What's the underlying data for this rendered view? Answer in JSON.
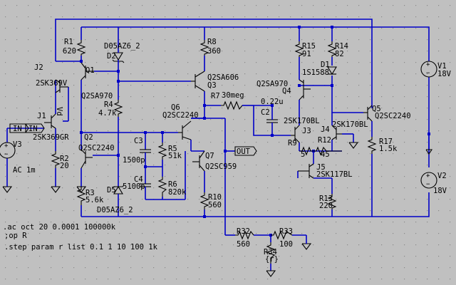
{
  "colors": {
    "background": "#c0c0c0",
    "wire": "#0000c8",
    "component": "#000000",
    "grid": "#8a8a8a"
  },
  "labels": {
    "J2": "J2",
    "J2_val": "2SK369V",
    "R1": "R1",
    "R1_val": "620",
    "D2_val": "D05AZ6_2",
    "D2": "D2",
    "Q1": "Q1",
    "Q1_val": "Q2SA970",
    "R4": "R4",
    "R4_val": "4.7k",
    "R8": "R8",
    "R8_val": "360",
    "Q3_val": "Q2SA606",
    "Q3": "Q3",
    "R15": "R15",
    "R15_val": "91",
    "R14": "R14",
    "R14_val": "82",
    "D1": "D1",
    "D1_val": "1S1588",
    "V1": "V1",
    "V1_val": "18V",
    "Q4_val": "Q2SA970",
    "Q4": "Q4",
    "R7_name": "R7",
    "R7_val": "30meg",
    "C2_val": "0.22u",
    "C2": "C2",
    "Q6": "Q6",
    "Q6_val": "Q2SC2240",
    "Q5": "Q5",
    "Q5_val": "Q2SC2240",
    "J1": "J1",
    "J1_val": "2SK369GR",
    "Vd": "Vd",
    "IN1": "IN",
    "IN2": "IN",
    "V3": "V3",
    "V3_val": "AC 1m",
    "R2": "R2",
    "R2_val": "20",
    "Q2": "Q2",
    "Q2_val": "Q2SC2240",
    "C3": "C3",
    "C3_val": "1500p",
    "C4": "C4",
    "C4_val": "5100p",
    "R5": "R5",
    "R5_val": "51k",
    "R6": "R6",
    "R6_val": "820k",
    "Q7": "Q7",
    "Q7_val": "Q2SC959",
    "OUT": "OUT",
    "J3_val": "2SK170BL",
    "J3": "J3",
    "J4": "J4",
    "J4_val": "2SK170BL",
    "R9": "R9",
    "R9_val": "5",
    "R12": "R12",
    "R12_val": "45",
    "R17": "R17",
    "R17_val": "1.5k",
    "J5": "J5",
    "J5_val": "2SK117BL",
    "R13": "R13",
    "R13_val": "220",
    "V2": "V2",
    "V2_val": "18V",
    "R3": "R3",
    "R3_val": "5.6k",
    "D5": "D5",
    "D5_val": "D05AZ6_2",
    "R10": "R10",
    "R10_val": "560",
    "R32": "R32",
    "R32_val": "560",
    "R33": "R33",
    "R33_val": "100",
    "R34": "R34",
    "R34_val": "{r}"
  },
  "directives": {
    "ac": ".ac oct 20 0.0001 100000k",
    "op": ";op R",
    "step": ".step param r list 0.1 1 10 100 1k"
  }
}
